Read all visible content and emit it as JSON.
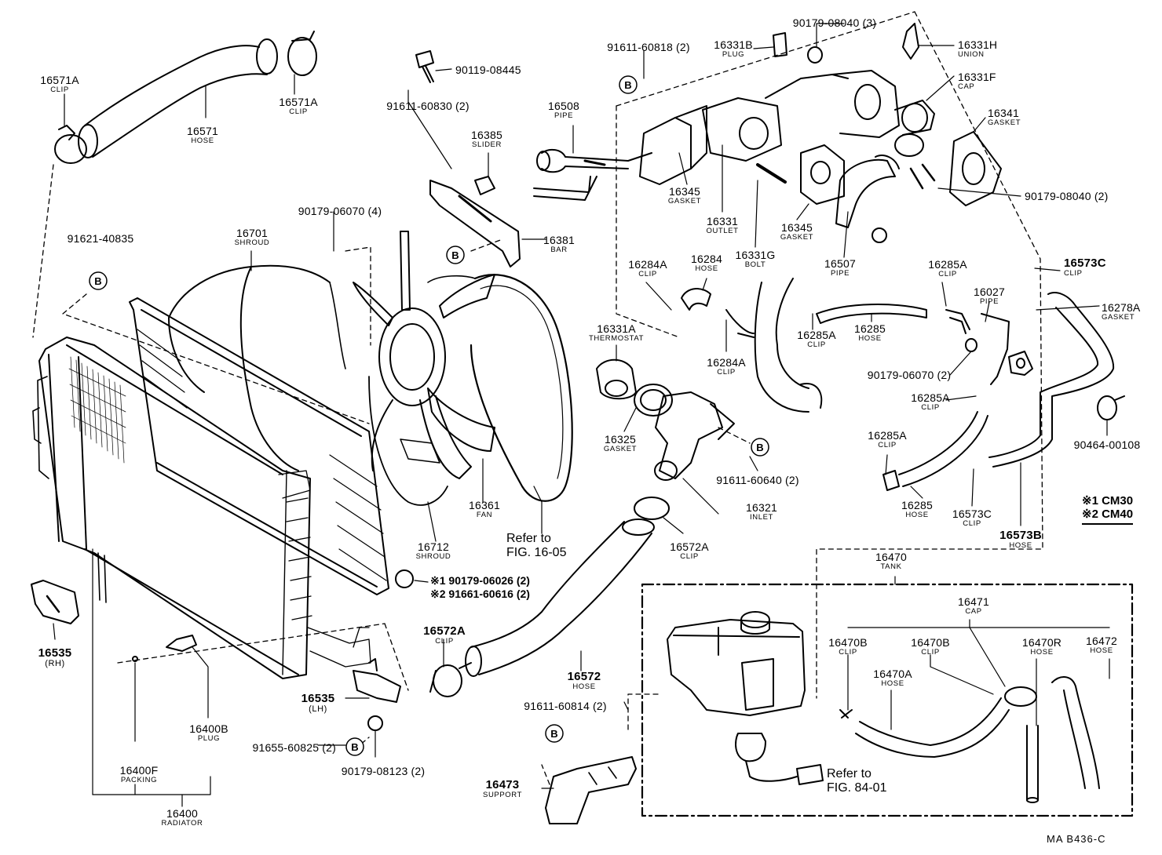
{
  "labels": [
    {
      "id": "16571A-left",
      "part": "16571A",
      "name": "CLIP"
    },
    {
      "id": "16571A-right",
      "part": "16571A",
      "name": "CLIP"
    },
    {
      "id": "16571",
      "part": "16571",
      "name": "HOSE"
    },
    {
      "id": "90119-08445",
      "part": "90119-08445",
      "name": ""
    },
    {
      "id": "91611-60830",
      "part": "91611-60830 (2)",
      "name": ""
    },
    {
      "id": "16385",
      "part": "16385",
      "name": "SLIDER"
    },
    {
      "id": "16381",
      "part": "16381",
      "name": "BAR"
    },
    {
      "id": "90179-06070-4",
      "part": "90179-06070 (4)",
      "name": ""
    },
    {
      "id": "91621-40835",
      "part": "91621-40835",
      "name": ""
    },
    {
      "id": "16701",
      "part": "16701",
      "name": "SHROUD"
    },
    {
      "id": "91611-60818",
      "part": "91611-60818 (2)",
      "name": ""
    },
    {
      "id": "16331B",
      "part": "16331B",
      "name": "PLUG"
    },
    {
      "id": "90179-08040-3",
      "part": "90179-08040 (3)",
      "name": ""
    },
    {
      "id": "16331H",
      "part": "16331H",
      "name": "UNION"
    },
    {
      "id": "16331F",
      "part": "16331F",
      "name": "CAP"
    },
    {
      "id": "16341",
      "part": "16341",
      "name": "GASKET"
    },
    {
      "id": "16508",
      "part": "16508",
      "name": "PIPE"
    },
    {
      "id": "16345-left",
      "part": "16345",
      "name": "GASKET"
    },
    {
      "id": "16331",
      "part": "16331",
      "name": "OUTLET"
    },
    {
      "id": "16345-right",
      "part": "16345",
      "name": "GASKET"
    },
    {
      "id": "16331G",
      "part": "16331G",
      "name": "BOLT"
    },
    {
      "id": "16507",
      "part": "16507",
      "name": "PIPE"
    },
    {
      "id": "90179-08040-2",
      "part": "90179-08040 (2)",
      "name": ""
    },
    {
      "id": "16284A-top",
      "part": "16284A",
      "name": "CLIP"
    },
    {
      "id": "16284",
      "part": "16284",
      "name": "HOSE"
    },
    {
      "id": "16284A-bottom",
      "part": "16284A",
      "name": "CLIP"
    },
    {
      "id": "16285A-top",
      "part": "16285A",
      "name": "CLIP"
    },
    {
      "id": "16027",
      "part": "16027",
      "name": "PIPE"
    },
    {
      "id": "16573C-top",
      "part": "16573C",
      "name": "CLIP"
    },
    {
      "id": "16278A",
      "part": "16278A",
      "name": "GASKET"
    },
    {
      "id": "16285A-mid",
      "part": "16285A",
      "name": "CLIP"
    },
    {
      "id": "16285-top",
      "part": "16285",
      "name": "HOSE"
    },
    {
      "id": "90179-06070-2",
      "part": "90179-06070 (2)",
      "name": ""
    },
    {
      "id": "16285A-right",
      "part": "16285A",
      "name": "CLIP"
    },
    {
      "id": "16285A-lower",
      "part": "16285A",
      "name": "CLIP"
    },
    {
      "id": "90464-00108",
      "part": "90464-00108",
      "name": ""
    },
    {
      "id": "16285-bottom",
      "part": "16285",
      "name": "HOSE"
    },
    {
      "id": "16573C-bottom",
      "part": "16573C",
      "name": "CLIP"
    },
    {
      "id": "16573B",
      "part": "16573B",
      "name": "HOSE"
    },
    {
      "id": "16331A",
      "part": "16331A",
      "name": "THERMOSTAT"
    },
    {
      "id": "16325",
      "part": "16325",
      "name": "GASKET"
    },
    {
      "id": "91611-60640",
      "part": "91611-60640 (2)",
      "name": ""
    },
    {
      "id": "16321",
      "part": "16321",
      "name": "INLET"
    },
    {
      "id": "16572A-right",
      "part": "16572A",
      "name": "CLIP"
    },
    {
      "id": "16361",
      "part": "16361",
      "name": "FAN"
    },
    {
      "id": "16712",
      "part": "16712",
      "name": "SHROUD"
    },
    {
      "id": "16470",
      "part": "16470",
      "name": "TANK"
    },
    {
      "id": "16471",
      "part": "16471",
      "name": "CAP"
    },
    {
      "id": "16470B-left",
      "part": "16470B",
      "name": "CLIP"
    },
    {
      "id": "16470B-right",
      "part": "16470B",
      "name": "CLIP"
    },
    {
      "id": "16470R",
      "part": "16470R",
      "name": "HOSE"
    },
    {
      "id": "16472",
      "part": "16472",
      "name": "HOSE"
    },
    {
      "id": "16470A",
      "part": "16470A",
      "name": "HOSE"
    },
    {
      "id": "16572A-left",
      "part": "16572A",
      "name": "CLIP"
    },
    {
      "id": "16572",
      "part": "16572",
      "name": "HOSE"
    },
    {
      "id": "91611-60814",
      "part": "91611-60814 (2)",
      "name": ""
    },
    {
      "id": "16473",
      "part": "16473",
      "name": "SUPPORT"
    },
    {
      "id": "16535-rh",
      "part": "16535",
      "name": "(RH)"
    },
    {
      "id": "16535-lh",
      "part": "16535",
      "name": "(LH)"
    },
    {
      "id": "16400B",
      "part": "16400B",
      "name": "PLUG"
    },
    {
      "id": "16400F",
      "part": "16400F",
      "name": "PACKING"
    },
    {
      "id": "16400",
      "part": "16400",
      "name": "RADIATOR"
    },
    {
      "id": "91655-60825",
      "part": "91655-60825 (2)",
      "name": ""
    },
    {
      "id": "90179-08123",
      "part": "90179-08123 (2)",
      "name": ""
    }
  ],
  "variant_parts": {
    "line1": "※1 90179-06026 (2)",
    "line2": "※2 91661-60616 (2)"
  },
  "refs": {
    "fig_1605": {
      "line1": "Refer to",
      "line2": "FIG. 16-05"
    },
    "fig_8401": {
      "line1": "Refer to",
      "line2": "FIG. 84-01"
    }
  },
  "legend": {
    "line1": "※1 CM30",
    "line2": "※2 CM40"
  },
  "callout_letter": "B",
  "diagram_code": "MA  B436-C"
}
